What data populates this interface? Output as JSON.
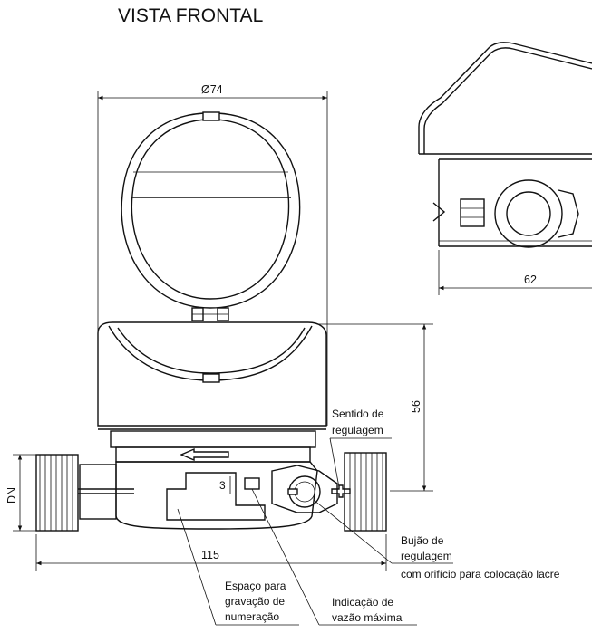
{
  "title": "VISTA FRONTAL",
  "dimensions": {
    "diameter": "Ø74",
    "depth": "62",
    "height": "56",
    "length": "115",
    "dn": "DN",
    "small": "3"
  },
  "callouts": {
    "sentido_line1": "Sentido de",
    "sentido_line2": "regulagem",
    "bujao_line1": "Bujão de",
    "bujao_line2": "regulagem",
    "bujao_line3": "com orifício para colocação lacre",
    "espaco_line1": "Espaço para",
    "espaco_line2": "gravação de",
    "espaco_line3": "numeração",
    "indicacao_line1": "Indicação de",
    "indicacao_line2": "vazão máxima"
  }
}
